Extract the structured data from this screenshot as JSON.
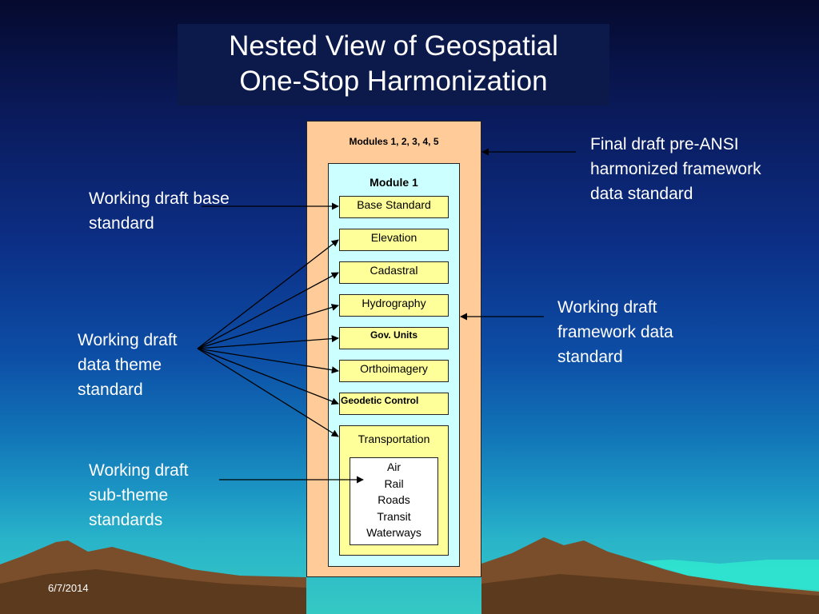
{
  "title": {
    "line1": "Nested View of Geospatial",
    "line2": "One-Stop Harmonization"
  },
  "diagram": {
    "outer_label": "Modules 1, 2, 3, 4, 5",
    "module_label": "Module 1",
    "themes": [
      "Base Standard",
      "Elevation",
      "Cadastral",
      "Hydrography",
      "Gov. Units",
      "Orthoimagery",
      "Geodetic Control"
    ],
    "transport_label": "Transportation",
    "subthemes": [
      "Air",
      "Rail",
      "Roads",
      "Transit",
      "Waterways"
    ]
  },
  "annotations": {
    "base": "Working draft base standard",
    "data_theme": "Working draft data theme standard",
    "sub_theme": "Working draft sub-theme standards",
    "final": "Final draft pre-ANSI harmonized framework data standard",
    "framework": "Working draft framework data standard"
  },
  "footer": {
    "date": "6/7/2014"
  },
  "colors": {
    "outer_fill": "#ffcc99",
    "module_fill": "#ccffff",
    "theme_fill": "#ffff99",
    "subtheme_fill": "#ffffff",
    "title_box": "#0b1a4a"
  }
}
